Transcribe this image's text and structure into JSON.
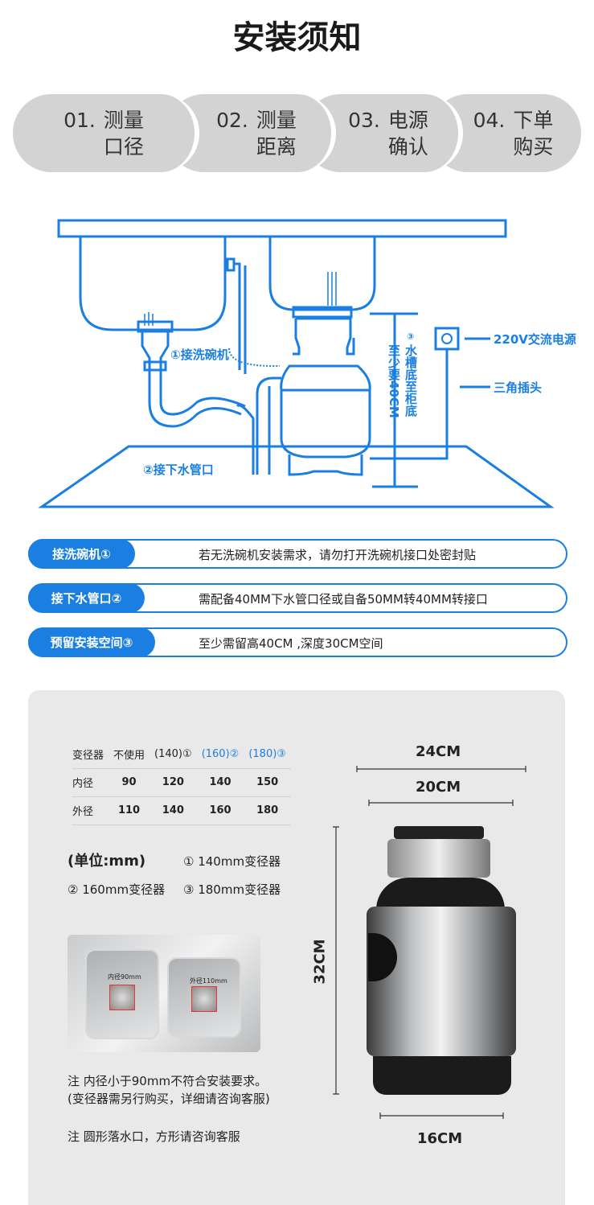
{
  "title": "安装须知",
  "steps": [
    {
      "num": "01.",
      "label1": "测量",
      "label2": "口径"
    },
    {
      "num": "02.",
      "label1": "测量",
      "label2": "距离"
    },
    {
      "num": "03.",
      "label1": "电源",
      "label2": "确认"
    },
    {
      "num": "04.",
      "label1": "下单",
      "label2": "购买"
    }
  ],
  "diagram": {
    "dishwasher": "①接洗碗机",
    "drain": "②接下水管口",
    "height_num": "③",
    "height_line1": "水槽底至柜底",
    "height_line2": "至少要40CM",
    "power": "220V交流电源",
    "plug": "三角插头"
  },
  "info_rows": [
    {
      "tag": "接洗碗机①",
      "text": "若无洗碗机安装需求，请勿打开洗碗机接口处密封贴"
    },
    {
      "tag": "接下水管口②",
      "text": "需配备40MM下水管口径或自备50MM转40MM转接口"
    },
    {
      "tag": "预留安装空间③",
      "text": "至少需留高40CM ,深度30CM空间"
    }
  ],
  "reducer_table": {
    "headers": [
      "变径器",
      "不使用",
      "(140)①",
      "(160)②",
      "(180)③"
    ],
    "rows": [
      [
        "内径",
        "90",
        "120",
        "140",
        "150"
      ],
      [
        "外径",
        "110",
        "140",
        "160",
        "180"
      ]
    ]
  },
  "unit": "(单位:mm)",
  "legend": [
    "① 140mm变径器",
    "② 160mm变径器",
    "③ 180mm变径器"
  ],
  "sink_labels": {
    "inner": "内径90mm",
    "outer": "外径110mm"
  },
  "notes": [
    "注  内径小于90mm不符合安装要求。",
    "(变径器需另行购买，详细请咨询客服)",
    "注  圆形落水口，方形请咨询客服"
  ],
  "dimensions": {
    "top_outer": "24CM",
    "top_inner": "20CM",
    "height": "32CM",
    "bottom": "16CM"
  },
  "colors": {
    "accent": "#1a7fe0",
    "step_bg": "#d3d3d3",
    "panel_bg": "#e9e9e9"
  }
}
